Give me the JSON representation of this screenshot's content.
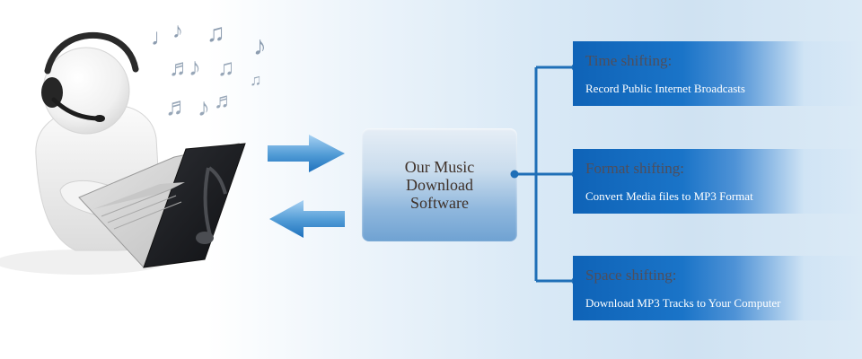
{
  "center": {
    "text": "Our Music\nDownload\nSoftware"
  },
  "features": [
    {
      "title": "Time shifting:",
      "description": "Record Public Internet Broadcasts"
    },
    {
      "title": "Format shifting:",
      "description": "Convert Media files to MP3 Format"
    },
    {
      "title": "Space shifting:",
      "description": "Download MP3 Tracks to Your Computer"
    }
  ],
  "icons": {
    "headset_person": "headset-person-icon",
    "laptop": "laptop-icon",
    "music_notes": "music-notes-icon",
    "arrow_right": "arrow-right-icon",
    "arrow_left": "arrow-left-icon"
  },
  "colors": {
    "accent_blue": "#1a74c8",
    "connector_blue": "#1f6fb7",
    "text_dark": "#3f3129"
  }
}
